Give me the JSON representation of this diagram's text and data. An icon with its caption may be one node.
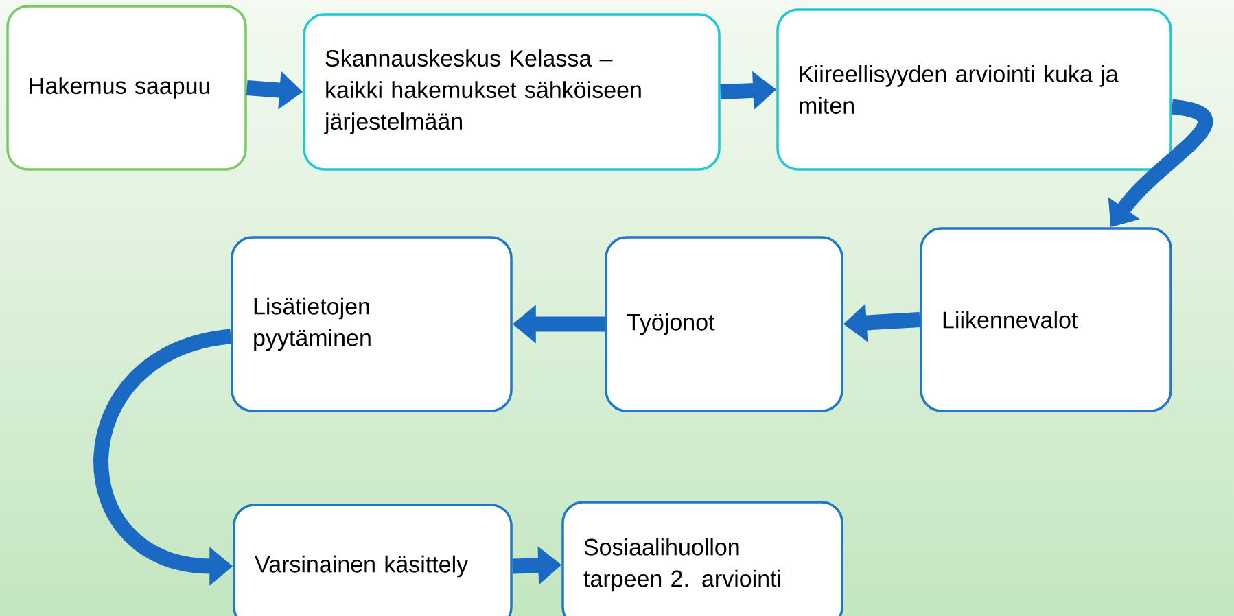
{
  "diagram": {
    "nodes": [
      {
        "text": [
          "Hakemus saapuu"
        ]
      },
      {
        "text": [
          "Skannauskeskus Kelassa – kaikki hakemukset sähköiseen järjestelmään"
        ]
      },
      {
        "text": [
          "Kiireellisyyden arviointi kuka ja miten"
        ]
      },
      {
        "text": [
          "Liikennevalot"
        ]
      },
      {
        "text": [
          "Työjonot"
        ]
      },
      {
        "text": [
          "Lisätietojen pyytäminen"
        ]
      },
      {
        "text": [
          "Varsinainen käsittely"
        ]
      },
      {
        "text": [
          "Sosiaalihuollon tarpeen 2. arviointi"
        ]
      }
    ],
    "edges": [
      {
        "from": 0,
        "to": 1,
        "arrow": "to"
      },
      {
        "from": 1,
        "to": 2,
        "arrow": "to"
      },
      {
        "from": 2,
        "to": 3,
        "arrow": "to"
      },
      {
        "from": 3,
        "to": 4,
        "arrow": "to"
      },
      {
        "from": 4,
        "to": 5,
        "arrow": "to"
      },
      {
        "from": 5,
        "to": 6,
        "arrow": "to"
      },
      {
        "from": 6,
        "to": 7,
        "arrow": "to"
      }
    ]
  }
}
